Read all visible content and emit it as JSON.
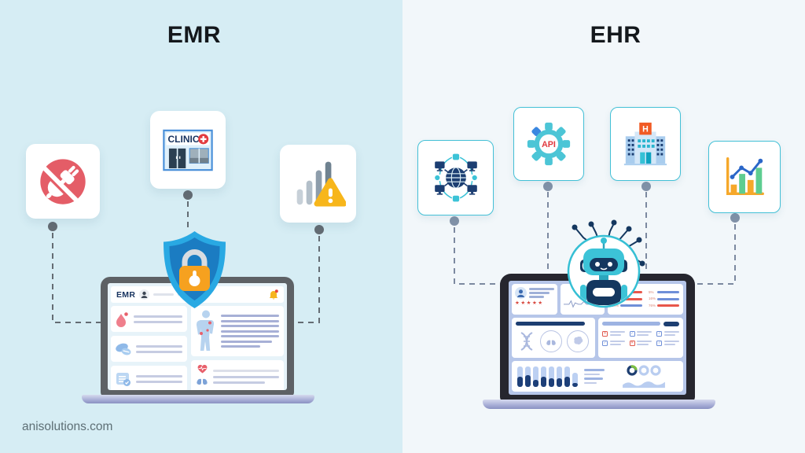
{
  "footer": {
    "watermark": "anisolutions.com"
  },
  "palette": {
    "left_bg": "#d6edf4",
    "right_bg": "#f2f7fa",
    "title_color": "#14181c",
    "connector_left": "#646c73",
    "connector_right": "#7c89a0",
    "alert_red": "#e45d67",
    "warning_yellow": "#f7b61b",
    "shield_blue_outer": "#29a9e3",
    "shield_blue_inner": "#1b7cc2",
    "lock_orange": "#f6a11f",
    "teal_accent": "#3fc3d4",
    "navy": "#1c3e72",
    "api_red": "#e0393f",
    "hospital_orange": "#f15a24",
    "chart_orange": "#f6a82a",
    "chart_green": "#5ecd90",
    "chart_blue": "#2a66c8"
  },
  "left": {
    "title": "EMR",
    "cards": [
      {
        "icon": "disconnected-plug-icon"
      },
      {
        "icon": "clinic-building-icon",
        "label": "CLINIC"
      },
      {
        "icon": "analytics-warning-icon"
      }
    ],
    "laptop": {
      "app_title": "EMR"
    }
  },
  "right": {
    "title": "EHR",
    "cards": [
      {
        "icon": "connected-network-icon"
      },
      {
        "icon": "api-gear-icon",
        "label": "API"
      },
      {
        "icon": "hospital-building-icon",
        "label": "H"
      },
      {
        "icon": "growth-chart-icon"
      }
    ],
    "laptop": {
      "rating_stars": "★★★★★",
      "stats": [
        {
          "label": "50%"
        },
        {
          "label": "5%"
        },
        {
          "label": "80%"
        },
        {
          "label": "16%"
        },
        {
          "label": "24%"
        },
        {
          "label": "76%"
        }
      ],
      "check_glyph": "✓",
      "cross_glyph": "✕"
    }
  }
}
